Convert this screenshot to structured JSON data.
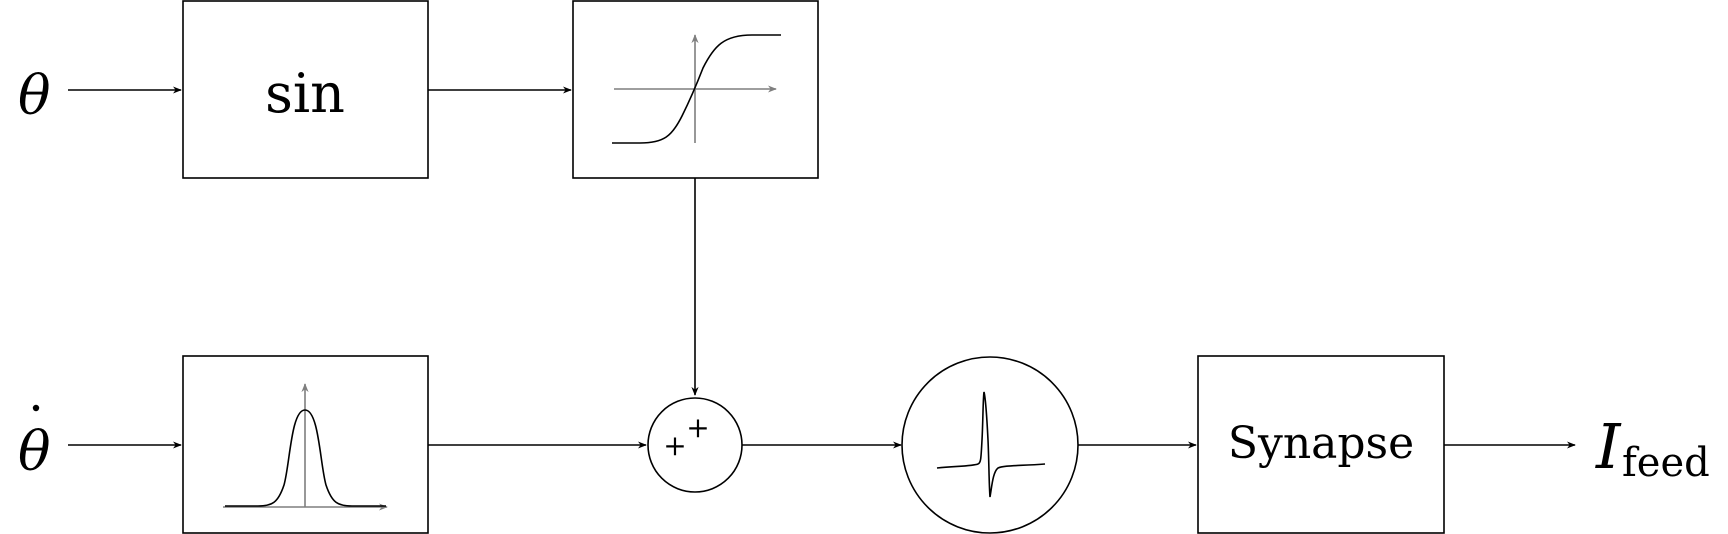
{
  "inputs": {
    "theta": "θ",
    "theta_dot": "θ"
  },
  "blocks": {
    "sin_label": "sin",
    "synapse_label": "Synapse"
  },
  "summing_junction": {
    "sign_top": "+",
    "sign_left": "+"
  },
  "output": {
    "symbol": "I",
    "subscript": "feed"
  },
  "icons": {
    "sigmoid": "sigmoid-icon",
    "gaussian": "gaussian-icon",
    "spike": "neuron-spike-icon"
  },
  "colors": {
    "line": "#000000",
    "axis": "#7f7f7f",
    "background": "#ffffff"
  }
}
